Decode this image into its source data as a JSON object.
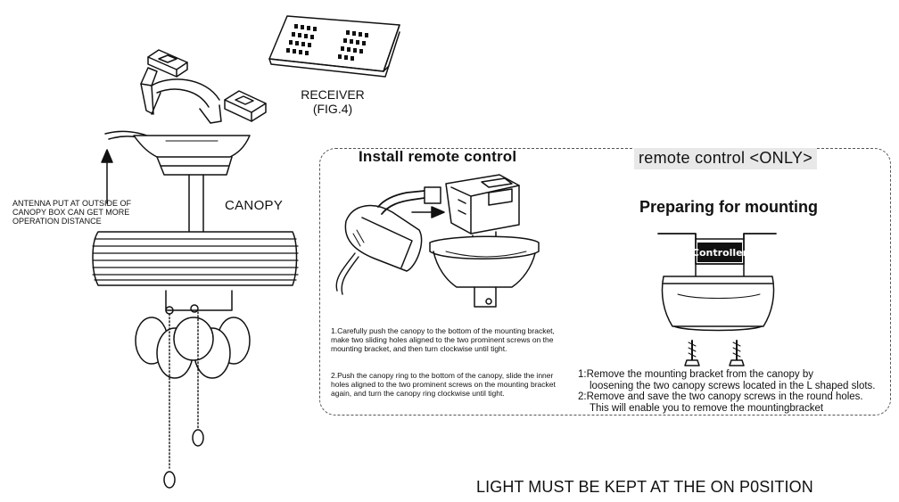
{
  "labels": {
    "receiver": "RECEIVER",
    "fig": "(FIG.4)",
    "canopy": "CANOPY",
    "antenna_note": "ANTENNA PUT  AT OUTSIDE OF CANOPY BOX CAN GET MORE OPERATION DISTANCE",
    "controller": "Controller"
  },
  "panel": {
    "install_title": "Install remote control",
    "remote_only": "remote control <ONLY>",
    "prep_title": "Preparing for mounting",
    "install_steps": [
      "1.Carefully push the canopy to the bottom of the mounting bracket, make two sliding holes aligned to the two prominent screws on the mounting bracket, and then turn clockwise until tight.",
      "2.Push the canopy ring to the bottom of the canopy, slide the inner holes aligned to the two prominent screws on the mounting bracket again, and turn the canopy ring clockwise until tight."
    ],
    "prep_steps": [
      "1:Remove the mounting bracket from the canopy by",
      "loosening the two canopy screws located in the L shaped slots.",
      "2:Remove and save the two canopy screws in the round holes.",
      "This will enable you to remove the mountingbracket"
    ]
  },
  "footer": {
    "note": "LIGHT MUST BE KEPT AT THE ON P0SITION"
  }
}
